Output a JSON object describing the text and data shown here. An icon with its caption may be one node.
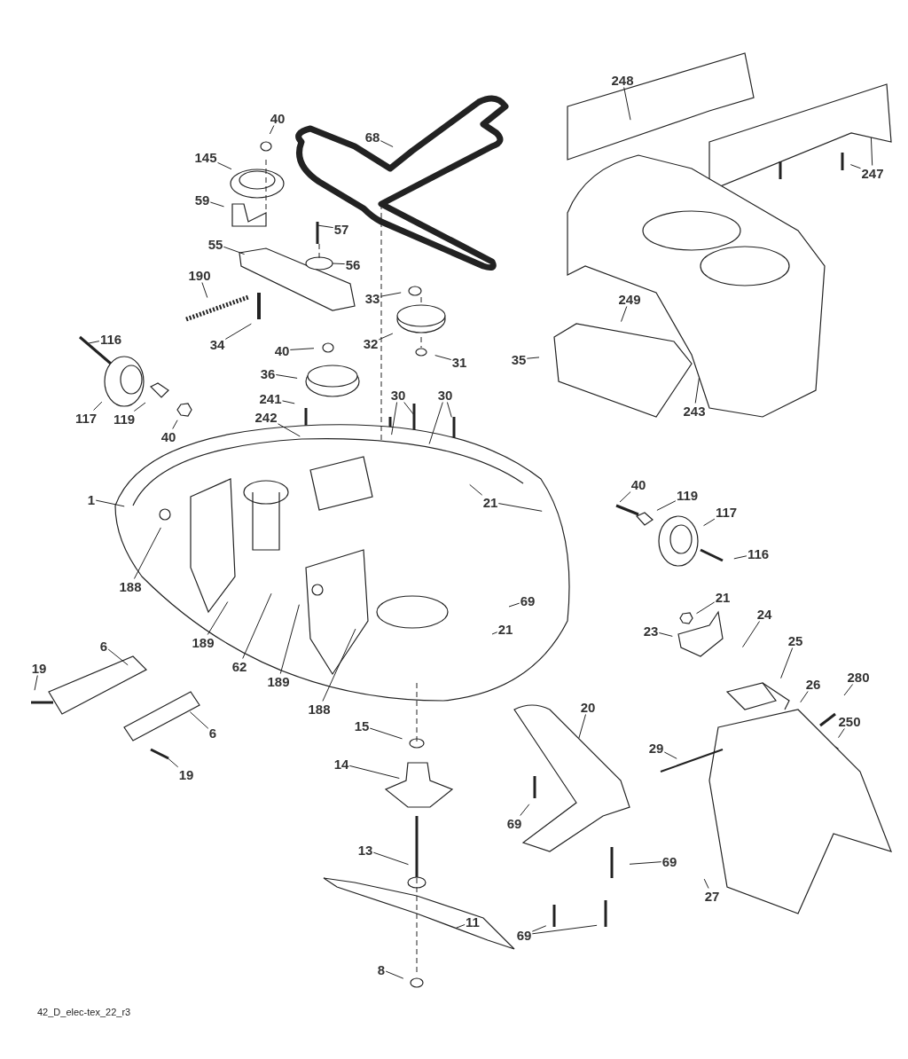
{
  "diagram": {
    "nodes": [
      {
        "text": [
          "40"
        ]
      },
      {
        "text": [
          "145"
        ]
      },
      {
        "text": [
          "59"
        ]
      },
      {
        "text": [
          "68"
        ]
      },
      {
        "text": [
          "57"
        ]
      },
      {
        "text": [
          "55"
        ]
      },
      {
        "text": [
          "56"
        ]
      },
      {
        "text": [
          "190"
        ]
      },
      {
        "text": [
          "34"
        ]
      },
      {
        "text": [
          "33"
        ]
      },
      {
        "text": [
          "32"
        ]
      },
      {
        "text": [
          "31"
        ]
      },
      {
        "text": [
          "40"
        ]
      },
      {
        "text": [
          "36"
        ]
      },
      {
        "text": [
          "116"
        ]
      },
      {
        "text": [
          "117"
        ]
      },
      {
        "text": [
          "119"
        ]
      },
      {
        "text": [
          "40"
        ]
      },
      {
        "text": [
          "241"
        ]
      },
      {
        "text": [
          "242"
        ]
      },
      {
        "text": [
          "30"
        ]
      },
      {
        "text": [
          "30"
        ]
      },
      {
        "text": [
          "248"
        ]
      },
      {
        "text": [
          "247"
        ]
      },
      {
        "text": [
          "249"
        ]
      },
      {
        "text": [
          "35"
        ]
      },
      {
        "text": [
          "243"
        ]
      },
      {
        "text": [
          "1"
        ]
      },
      {
        "text": [
          "21"
        ]
      },
      {
        "text": [
          "40"
        ]
      },
      {
        "text": [
          "119"
        ]
      },
      {
        "text": [
          "117"
        ]
      },
      {
        "text": [
          "116"
        ]
      },
      {
        "text": [
          "69"
        ]
      },
      {
        "text": [
          "21"
        ]
      },
      {
        "text": [
          "188"
        ]
      },
      {
        "text": [
          "189"
        ]
      },
      {
        "text": [
          "62"
        ]
      },
      {
        "text": [
          "189"
        ]
      },
      {
        "text": [
          "188"
        ]
      },
      {
        "text": [
          "21"
        ]
      },
      {
        "text": [
          "24"
        ]
      },
      {
        "text": [
          "23"
        ]
      },
      {
        "text": [
          "25"
        ]
      },
      {
        "text": [
          "26"
        ]
      },
      {
        "text": [
          "280"
        ]
      },
      {
        "text": [
          "250"
        ]
      },
      {
        "text": [
          "6"
        ]
      },
      {
        "text": [
          "19"
        ]
      },
      {
        "text": [
          "6"
        ]
      },
      {
        "text": [
          "19"
        ]
      },
      {
        "text": [
          "20"
        ]
      },
      {
        "text": [
          "29"
        ]
      },
      {
        "text": [
          "15"
        ]
      },
      {
        "text": [
          "14"
        ]
      },
      {
        "text": [
          "13"
        ]
      },
      {
        "text": [
          "11"
        ]
      },
      {
        "text": [
          "8"
        ]
      },
      {
        "text": [
          "69"
        ]
      },
      {
        "text": [
          "69"
        ]
      },
      {
        "text": [
          "69"
        ]
      },
      {
        "text": [
          "27"
        ]
      }
    ],
    "edges": [
      {
        "from": 0,
        "to": null,
        "arrow": "none"
      },
      {
        "from": 1,
        "to": null,
        "arrow": "none"
      },
      {
        "from": 2,
        "to": null,
        "arrow": "none"
      },
      {
        "from": 3,
        "to": null,
        "arrow": "none"
      },
      {
        "from": 4,
        "to": null,
        "arrow": "none"
      },
      {
        "from": 5,
        "to": null,
        "arrow": "none"
      },
      {
        "from": 6,
        "to": null,
        "arrow": "none"
      },
      {
        "from": 7,
        "to": null,
        "arrow": "none"
      },
      {
        "from": 8,
        "to": null,
        "arrow": "none"
      },
      {
        "from": 9,
        "to": null,
        "arrow": "none"
      },
      {
        "from": 10,
        "to": null,
        "arrow": "none"
      },
      {
        "from": 11,
        "to": null,
        "arrow": "none"
      },
      {
        "from": 12,
        "to": null,
        "arrow": "none"
      },
      {
        "from": 13,
        "to": null,
        "arrow": "none"
      },
      {
        "from": 14,
        "to": null,
        "arrow": "none"
      },
      {
        "from": 15,
        "to": null,
        "arrow": "none"
      },
      {
        "from": 16,
        "to": null,
        "arrow": "none"
      },
      {
        "from": 17,
        "to": null,
        "arrow": "none"
      },
      {
        "from": 18,
        "to": null,
        "arrow": "none"
      },
      {
        "from": 19,
        "to": null,
        "arrow": "none"
      },
      {
        "from": 20,
        "to": null,
        "arrow": "none"
      },
      {
        "from": 20,
        "to": null,
        "arrow": "none"
      },
      {
        "from": 21,
        "to": null,
        "arrow": "none"
      },
      {
        "from": 21,
        "to": null,
        "arrow": "none"
      },
      {
        "from": 22,
        "to": null,
        "arrow": "none"
      },
      {
        "from": 23,
        "to": null,
        "arrow": "none"
      },
      {
        "from": 23,
        "to": null,
        "arrow": "none"
      },
      {
        "from": 24,
        "to": null,
        "arrow": "none"
      },
      {
        "from": 25,
        "to": null,
        "arrow": "none"
      },
      {
        "from": 26,
        "to": null,
        "arrow": "none"
      },
      {
        "from": 27,
        "to": null,
        "arrow": "none"
      },
      {
        "from": 28,
        "to": null,
        "arrow": "none"
      },
      {
        "from": 28,
        "to": null,
        "arrow": "none"
      },
      {
        "from": 29,
        "to": null,
        "arrow": "none"
      },
      {
        "from": 30,
        "to": null,
        "arrow": "none"
      },
      {
        "from": 31,
        "to": null,
        "arrow": "none"
      },
      {
        "from": 32,
        "to": null,
        "arrow": "none"
      },
      {
        "from": 33,
        "to": null,
        "arrow": "none"
      },
      {
        "from": 34,
        "to": null,
        "arrow": "none"
      },
      {
        "from": 35,
        "to": null,
        "arrow": "none"
      },
      {
        "from": 36,
        "to": null,
        "arrow": "none"
      },
      {
        "from": 37,
        "to": null,
        "arrow": "none"
      },
      {
        "from": 38,
        "to": null,
        "arrow": "none"
      },
      {
        "from": 39,
        "to": null,
        "arrow": "none"
      },
      {
        "from": 40,
        "to": null,
        "arrow": "none"
      },
      {
        "from": 41,
        "to": null,
        "arrow": "none"
      },
      {
        "from": 42,
        "to": null,
        "arrow": "none"
      },
      {
        "from": 43,
        "to": null,
        "arrow": "none"
      },
      {
        "from": 44,
        "to": null,
        "arrow": "none"
      },
      {
        "from": 45,
        "to": null,
        "arrow": "none"
      },
      {
        "from": 46,
        "to": null,
        "arrow": "none"
      },
      {
        "from": 47,
        "to": null,
        "arrow": "none"
      },
      {
        "from": 48,
        "to": null,
        "arrow": "none"
      },
      {
        "from": 49,
        "to": null,
        "arrow": "none"
      },
      {
        "from": 50,
        "to": null,
        "arrow": "none"
      },
      {
        "from": 51,
        "to": null,
        "arrow": "none"
      },
      {
        "from": 52,
        "to": null,
        "arrow": "none"
      },
      {
        "from": 53,
        "to": null,
        "arrow": "none"
      },
      {
        "from": 54,
        "to": null,
        "arrow": "none"
      },
      {
        "from": 55,
        "to": null,
        "arrow": "none"
      },
      {
        "from": 56,
        "to": null,
        "arrow": "none"
      },
      {
        "from": 57,
        "to": null,
        "arrow": "none"
      },
      {
        "from": 58,
        "to": null,
        "arrow": "none"
      },
      {
        "from": 59,
        "to": null,
        "arrow": "none"
      },
      {
        "from": 60,
        "to": null,
        "arrow": "none"
      },
      {
        "from": 60,
        "to": null,
        "arrow": "none"
      },
      {
        "from": 61,
        "to": null,
        "arrow": "none"
      }
    ],
    "labels": [
      "42_D_elec-tex_22_r3"
    ]
  }
}
